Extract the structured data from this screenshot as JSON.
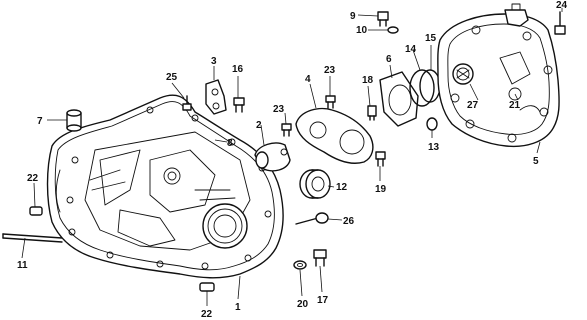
{
  "diagram": {
    "callouts": [
      "9",
      "24",
      "10",
      "15",
      "14",
      "6",
      "3",
      "25",
      "16",
      "4",
      "23",
      "18",
      "7",
      "27",
      "21",
      "23",
      "8",
      "2",
      "13",
      "5",
      "19",
      "12",
      "22",
      "26",
      "11",
      "20",
      "17",
      "22",
      "1"
    ]
  }
}
